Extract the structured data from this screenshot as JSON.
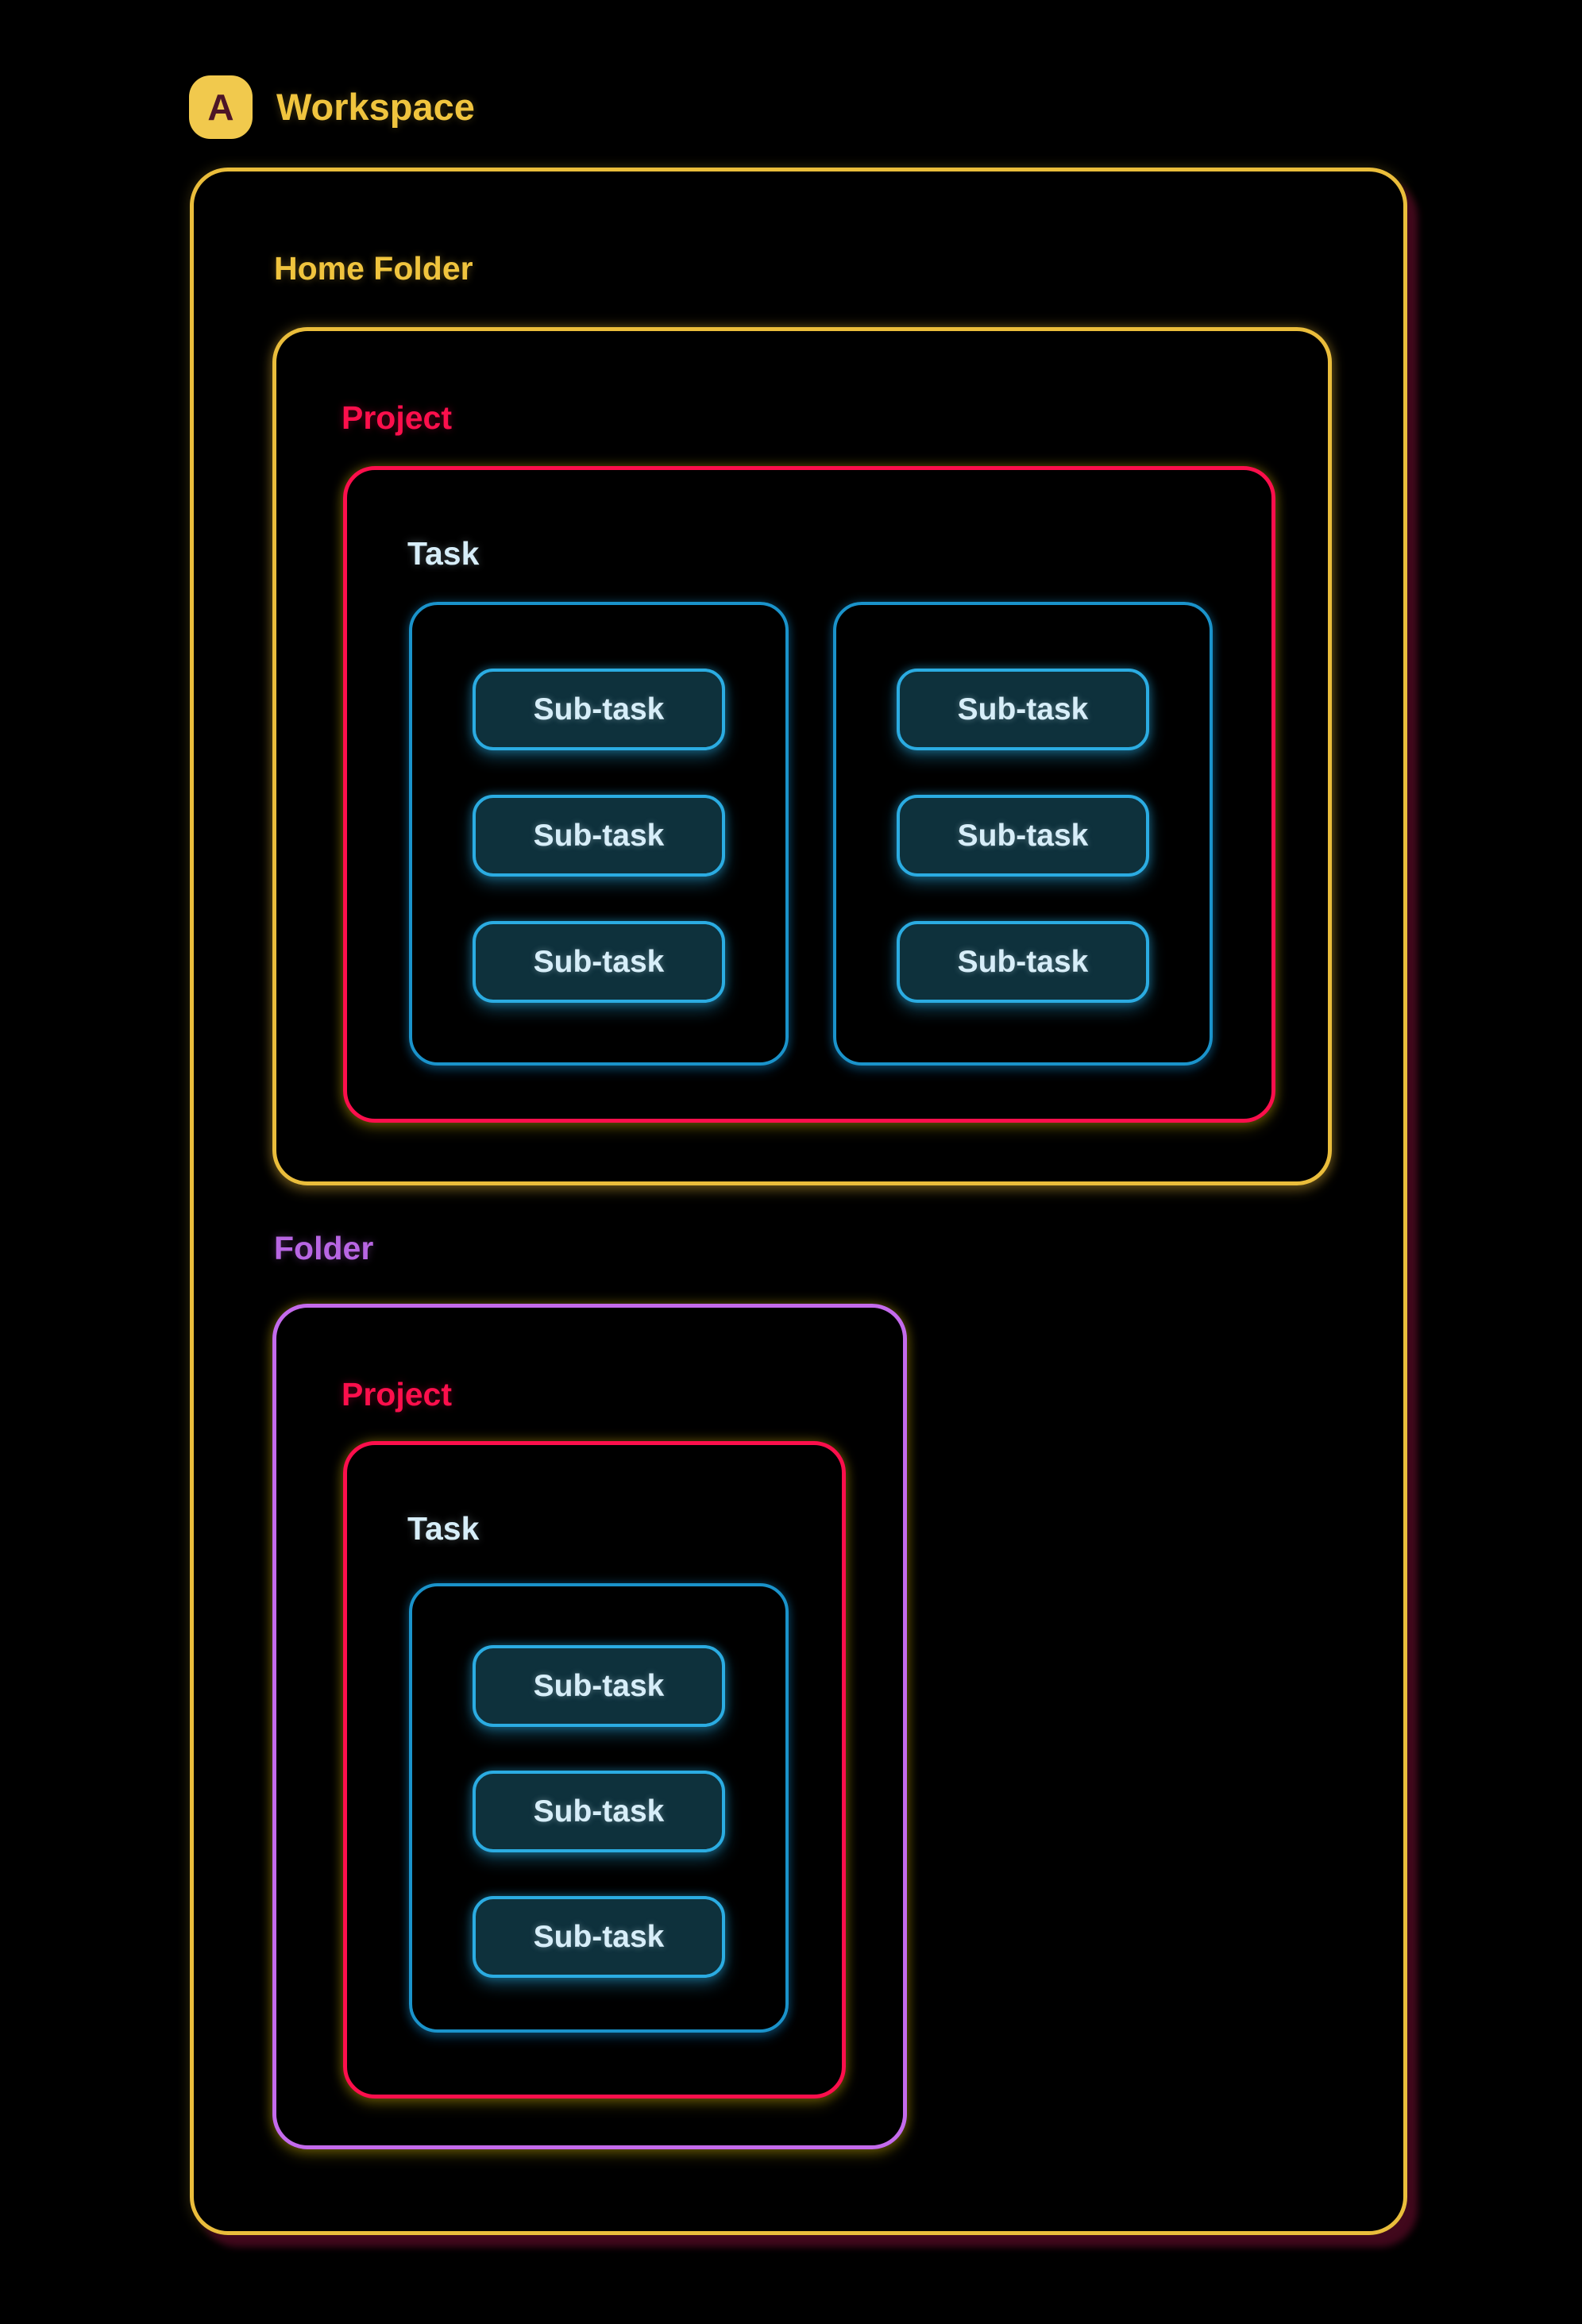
{
  "header": {
    "badge_letter": "A",
    "title": "Workspace"
  },
  "workspace": {
    "home_folder": {
      "label": "Home Folder",
      "project": {
        "label": "Project",
        "task": {
          "label": "Task",
          "groups": [
            {
              "subtasks": [
                "Sub-task",
                "Sub-task",
                "Sub-task"
              ]
            },
            {
              "subtasks": [
                "Sub-task",
                "Sub-task",
                "Sub-task"
              ]
            }
          ]
        }
      }
    },
    "folder": {
      "label": "Folder",
      "project": {
        "label": "Project",
        "task": {
          "label": "Task",
          "groups": [
            {
              "subtasks": [
                "Sub-task",
                "Sub-task",
                "Sub-task"
              ]
            }
          ]
        }
      }
    }
  },
  "colors": {
    "background": "#000000",
    "workspace_yellow": "#EABD3B",
    "title_yellow": "#F0C43E",
    "badge_bg": "#F1C94D",
    "badge_text": "#4D1527",
    "project_red": "#FC0F4C",
    "task_text": "#D7EEF9",
    "group_blue": "#1A93CB",
    "subtask_border": "#2BACE2",
    "subtask_bg": "#0E313C",
    "subtask_text": "#D7EEF9",
    "folder_purple": "#C46BEC",
    "folder_text": "#B866E3",
    "shadow_maroon": "#45081E"
  }
}
